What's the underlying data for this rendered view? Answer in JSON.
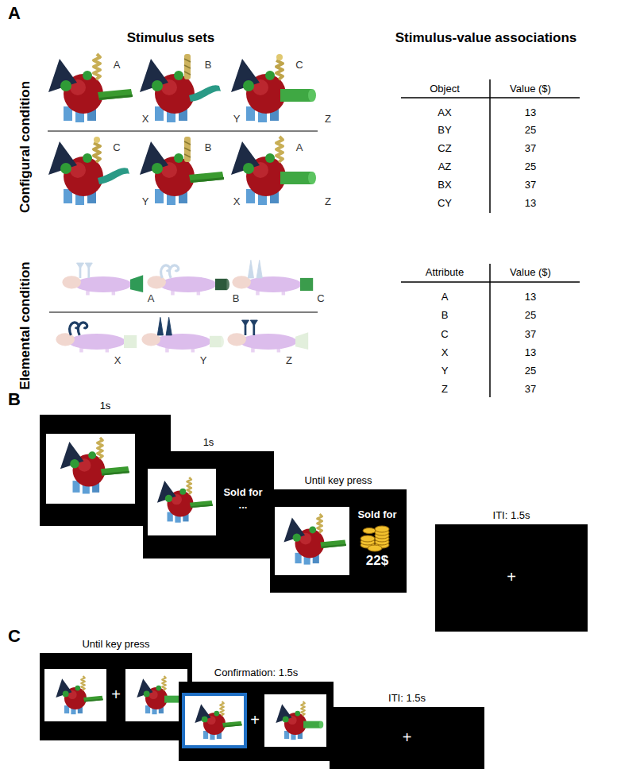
{
  "diagram": {
    "nodes": [
      {
        "text": [
          "1s"
        ]
      },
      {
        "text": [
          "1s",
          "Sold for ..."
        ]
      },
      {
        "text": [
          "Until key press",
          "Sold for",
          "22$"
        ]
      },
      {
        "text": [
          "ITI: 1.5s",
          "+"
        ]
      },
      {
        "text": [
          "Until key press",
          "+"
        ]
      },
      {
        "text": [
          "Confirmation: 1.5s",
          "+"
        ]
      },
      {
        "text": [
          "ITI: 1.5s",
          "+"
        ]
      }
    ],
    "labels": [
      "A",
      "Stimulus sets",
      "Stimulus-value associations",
      "Configural condition",
      "A",
      "X",
      "B",
      "Y",
      "C",
      "Z",
      "C",
      "Y",
      "B",
      "X",
      "A",
      "Z",
      "Object",
      "Value ($)",
      "AX",
      "13",
      "BY",
      "25",
      "CZ",
      "37",
      "AZ",
      "25",
      "BX",
      "37",
      "CY",
      "13",
      "Elemental condition",
      "A",
      "B",
      "C",
      "X",
      "Y",
      "Z",
      "Attribute",
      "Value ($)",
      "A",
      "13",
      "B",
      "25",
      "C",
      "37",
      "X",
      "13",
      "Y",
      "25",
      "Z",
      "37",
      "B",
      "C"
    ]
  }
}
